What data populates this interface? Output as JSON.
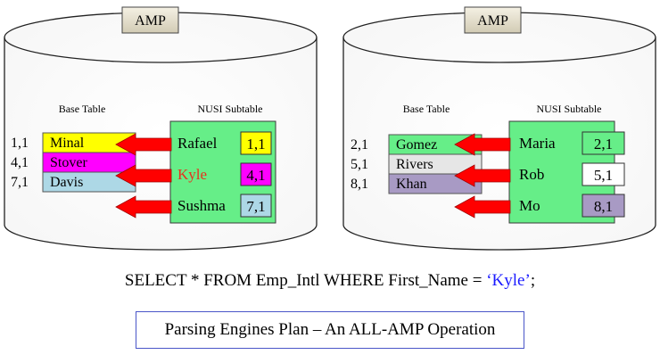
{
  "amps": [
    {
      "label": "AMP",
      "base_table_header": "Base Table",
      "nusi_header": "NUSI  Subtable",
      "base_rows": [
        {
          "rowid": "1,1",
          "name": "Minal",
          "color": "#ffff00"
        },
        {
          "rowid": "4,1",
          "name": "Stover",
          "color": "#ff00ff"
        },
        {
          "rowid": "7,1",
          "name": "Davis",
          "color": "#add8e6"
        }
      ],
      "nusi_rows": [
        {
          "name": "Rafael",
          "rowid": "1,1",
          "rowid_color": "#ffff00",
          "name_color": "#000000"
        },
        {
          "name": "Kyle",
          "rowid": "4,1",
          "rowid_color": "#ff00ff",
          "name_color": "#e8301c"
        },
        {
          "name": "Sushma",
          "rowid": "7,1",
          "rowid_color": "#add8e6",
          "name_color": "#000000"
        }
      ]
    },
    {
      "label": "AMP",
      "base_table_header": "Base Table",
      "nusi_header": "NUSI  Subtable",
      "base_rows": [
        {
          "rowid": "2,1",
          "name": "Gomez",
          "color": "#66ee88"
        },
        {
          "rowid": "5,1",
          "name": "Rivers",
          "color": "#e6e6e6"
        },
        {
          "rowid": "8,1",
          "name": "Khan",
          "color": "#a89ac4"
        }
      ],
      "nusi_rows": [
        {
          "name": "Maria",
          "rowid": "2,1",
          "rowid_color": "#66ee88",
          "name_color": "#000000"
        },
        {
          "name": "Rob",
          "rowid": "5,1",
          "rowid_color": "#ffffff",
          "name_color": "#000000"
        },
        {
          "name": "Mo",
          "rowid": "8,1",
          "rowid_color": "#a89ac4",
          "name_color": "#000000"
        }
      ]
    }
  ],
  "colors": {
    "nusi_fill": "#66ee88",
    "arrow": "#ff0000",
    "query_literal": "#1a1aff",
    "plan_border": "#4a55c8"
  },
  "query": {
    "prefix": "SELECT * FROM Emp_Intl WHERE First_Name = ",
    "literal": "‘Kyle’",
    "suffix": ";"
  },
  "plan_text": "Parsing Engines Plan – An ALL-AMP Operation"
}
